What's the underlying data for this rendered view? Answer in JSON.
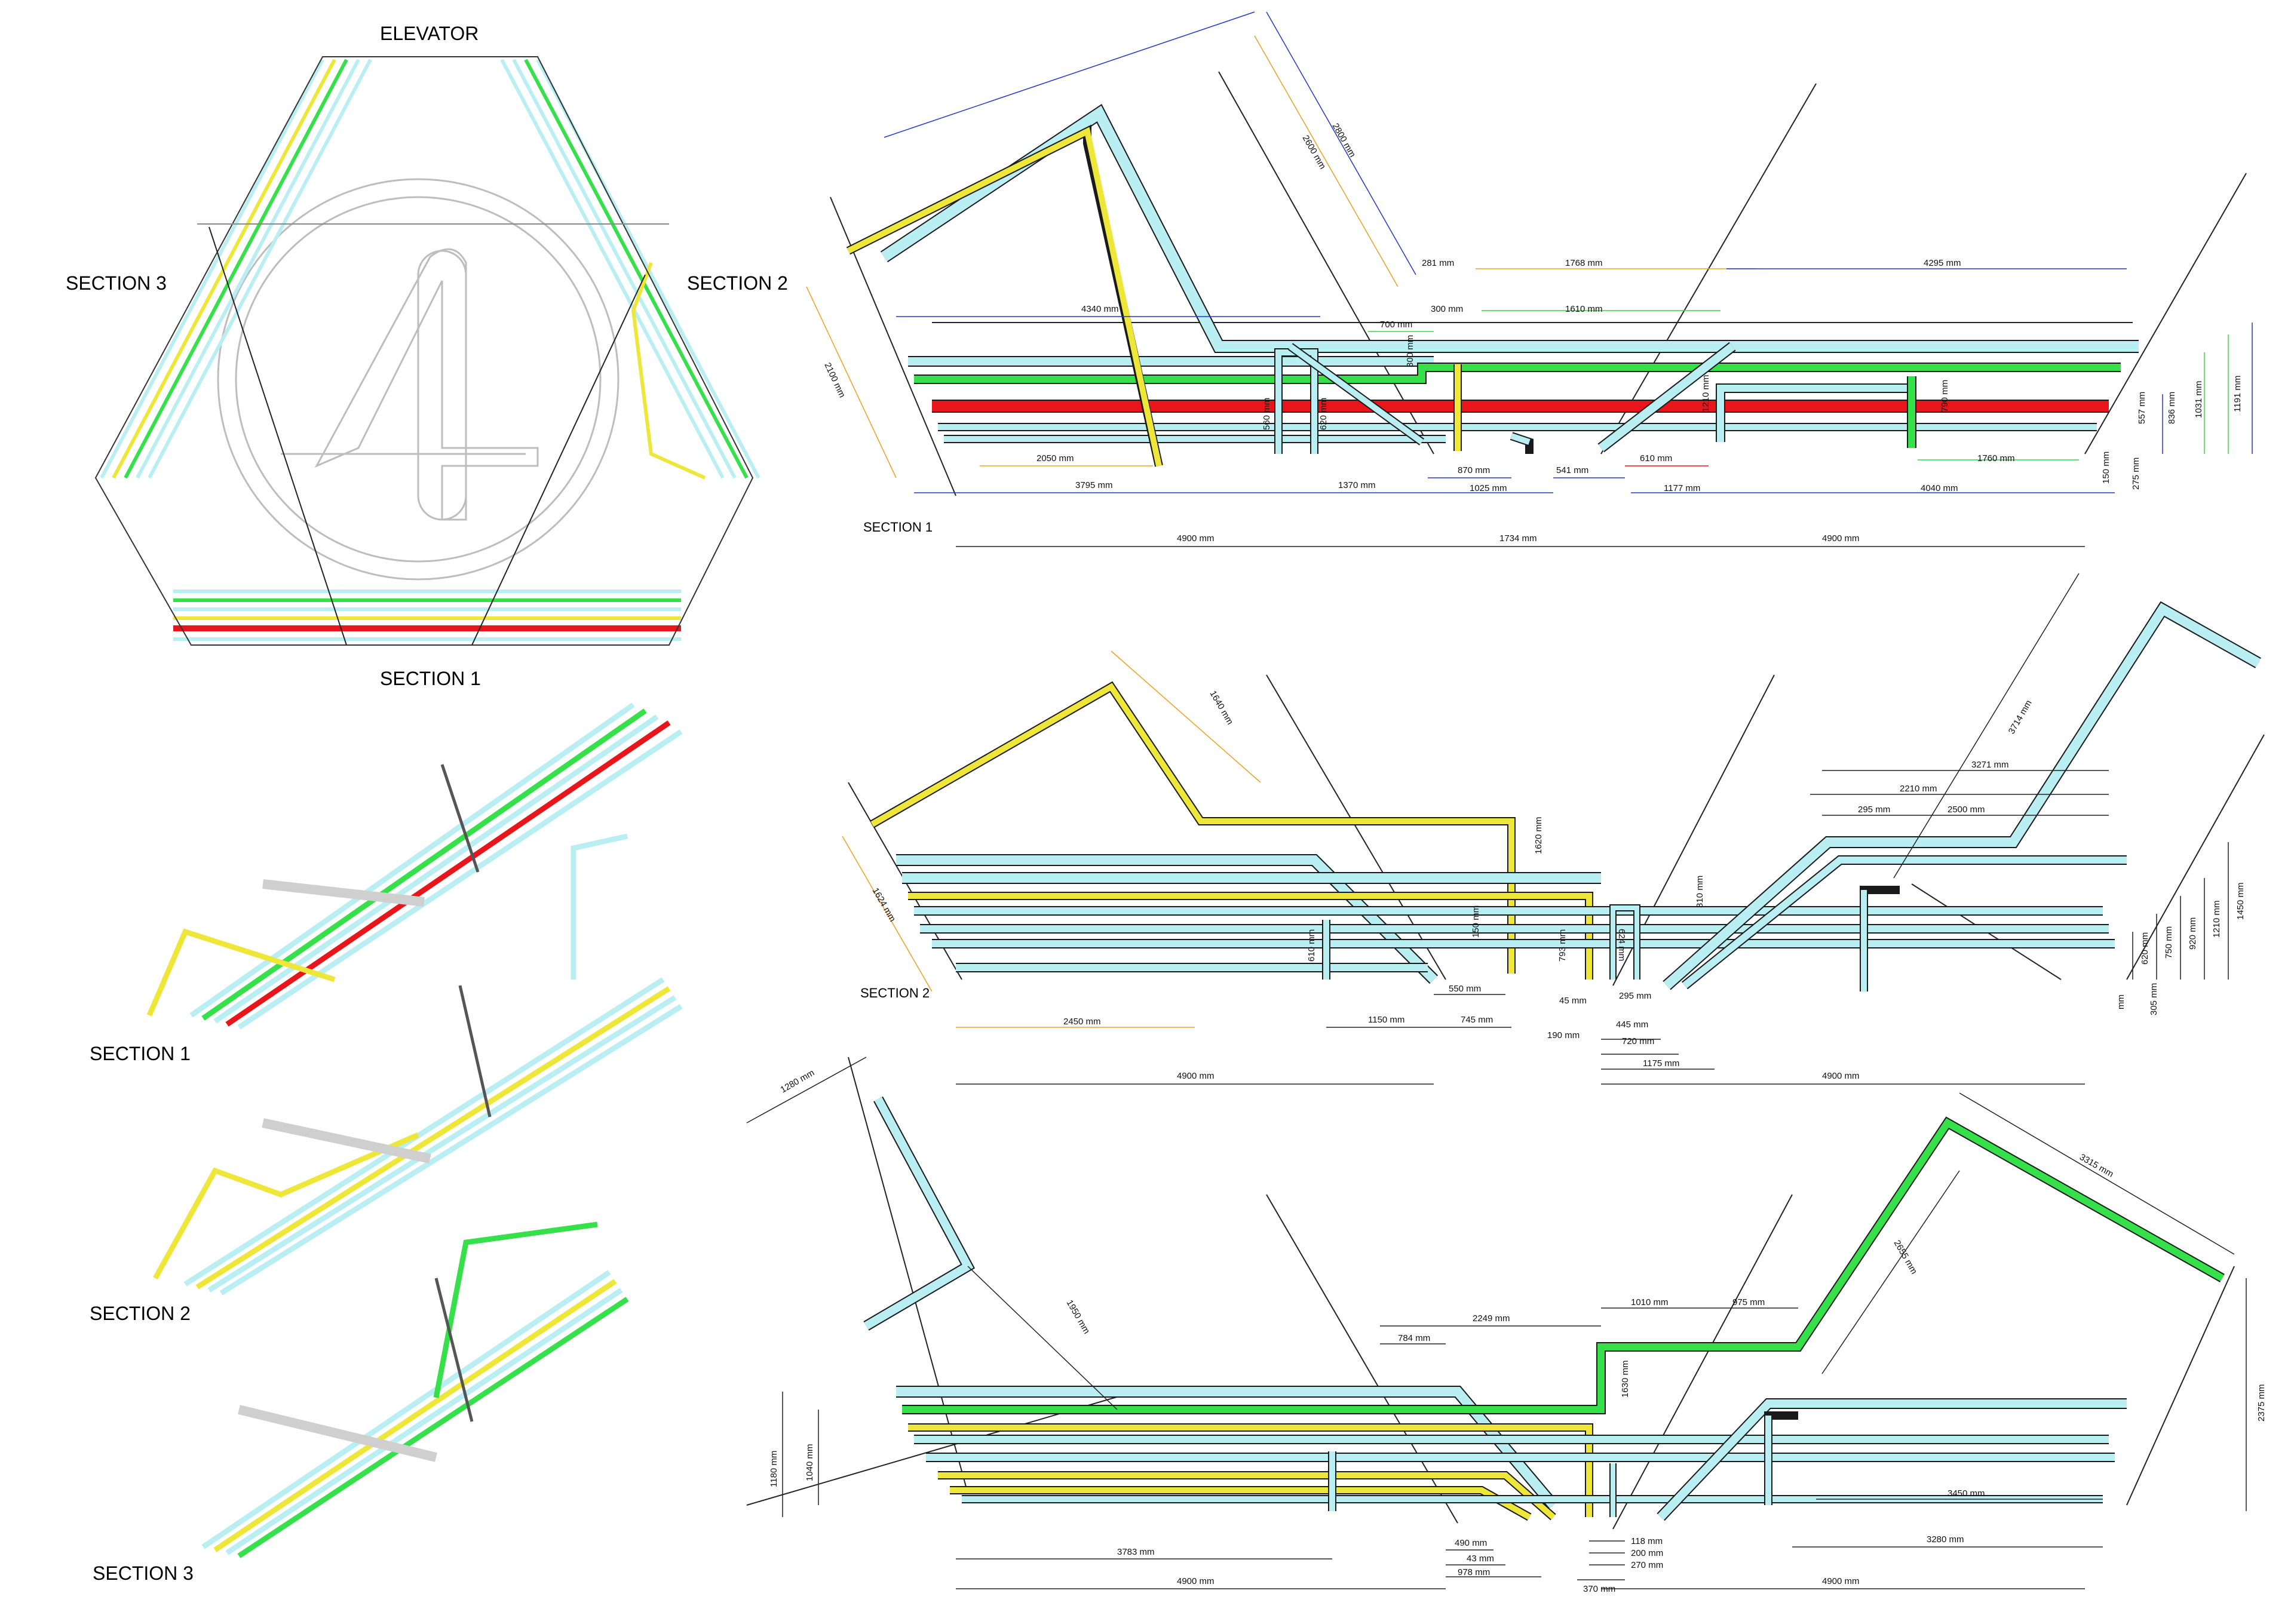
{
  "colors": {
    "cyan": "#b9eef2",
    "green": "#35e04a",
    "yellow": "#efe63a",
    "red": "#e8151b",
    "dim_blue": "#2238c8",
    "dim_orange": "#f0a020",
    "dim_green": "#3cd24b",
    "dim_red": "#e8151b",
    "dim_black": "#222222",
    "elevator_grey": "#bdbdbd"
  },
  "plan": {
    "elevator_label": "ELEVATOR",
    "section1_label": "SECTION 1",
    "section2_label": "SECTION 2",
    "section3_label": "SECTION 3"
  },
  "axonometric": {
    "section1_label": "SECTION 1",
    "section2_label": "SECTION 2",
    "section3_label": "SECTION 3"
  },
  "section1": {
    "label": "SECTION 1",
    "dims": {
      "d2800": "2800 mm",
      "d2600": "2600 mm",
      "d2100": "2100 mm",
      "d4340": "4340 mm",
      "d281": "281 mm",
      "d1768": "1768 mm",
      "d300": "300 mm",
      "d1610": "1610 mm",
      "d700": "700 mm",
      "d300v": "300 mm",
      "d4295": "4295 mm",
      "d1210v": "1210 mm",
      "d790v": "790 mm",
      "d557v": "557 mm",
      "d836v": "836 mm",
      "d1031v": "1031 mm",
      "d1191v": "1191 mm",
      "d560v": "560 mm",
      "d620v": "620 mm",
      "d2050": "2050 mm",
      "d3795": "3795 mm",
      "d1370": "1370 mm",
      "d870": "870 mm",
      "d1025": "1025 mm",
      "d541": "541 mm",
      "d610": "610 mm",
      "d1177": "1177 mm",
      "d1760": "1760 mm",
      "d4040": "4040 mm",
      "d150v": "150 mm",
      "d275v": "275 mm",
      "d4900a": "4900 mm",
      "d1734": "1734 mm",
      "d4900b": "4900 mm"
    }
  },
  "section2": {
    "label": "SECTION 2",
    "dims": {
      "d1640": "1640 mm",
      "d1624": "1624 mm",
      "d2450": "2450 mm",
      "d1620v": "1620 mm",
      "d610v": "610 mm",
      "d150v": "150 mm",
      "d550": "550 mm",
      "d1150": "1150 mm",
      "d745": "745 mm",
      "d793v": "793 mm",
      "d310v": "310 mm",
      "d624v": "624 mm",
      "d45": "45 mm",
      "d295a": "295 mm",
      "d445": "445 mm",
      "d190": "190 mm",
      "d720": "720 mm",
      "d1175": "1175 mm",
      "d3714": "3714 mm",
      "d3271": "3271 mm",
      "d2210": "2210 mm",
      "d295b": "295 mm",
      "d2500": "2500 mm",
      "d1450v": "1450 mm",
      "d1210v": "1210 mm",
      "d920v": "920 mm",
      "d750v": "750 mm",
      "d620v": "620 mm",
      "d305v": "305 mm",
      "dmm": "mm",
      "d4900a": "4900 mm",
      "d4900b": "4900 mm"
    }
  },
  "section3": {
    "dims": {
      "d1280": "1280 mm",
      "d1950": "1950 mm",
      "d1180v": "1180 mm",
      "d1040v": "1040 mm",
      "d784": "784 mm",
      "d2249": "2249 mm",
      "d1010": "1010 mm",
      "d975": "975 mm",
      "d1630v": "1630 mm",
      "d3315": "3315 mm",
      "d2655": "2655 mm",
      "d2375v": "2375 mm",
      "d3450": "3450 mm",
      "d3783": "3783 mm",
      "d490": "490 mm",
      "d43": "43 mm",
      "d978": "978 mm",
      "d118": "118 mm",
      "d200": "200 mm",
      "d270": "270 mm",
      "d370": "370 mm",
      "d3280": "3280 mm",
      "d4900a": "4900 mm",
      "d4900b": "4900 mm"
    }
  }
}
